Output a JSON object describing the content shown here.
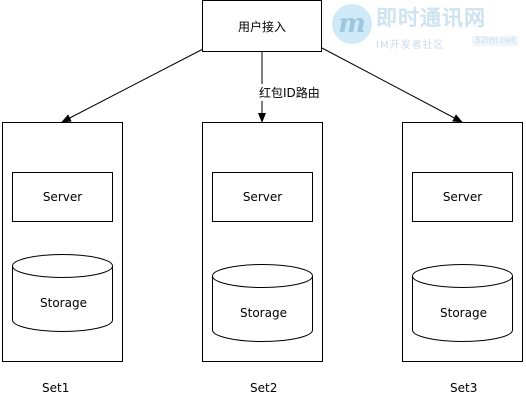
{
  "diagram": {
    "root": {
      "label": "用户接入"
    },
    "edge_label": "红包ID路由",
    "sets": [
      {
        "name": "Set1",
        "server": "Server",
        "storage": "Storage"
      },
      {
        "name": "Set2",
        "server": "Server",
        "storage": "Storage"
      },
      {
        "name": "Set3",
        "server": "Server",
        "storage": "Storage"
      }
    ]
  },
  "watermark": {
    "logo_letter": "m",
    "title": "即时通讯网",
    "subtitle": "IM开发者社区",
    "site": "52im.net"
  },
  "colors": {
    "line": "#000000",
    "watermark": "#cde3ef"
  }
}
